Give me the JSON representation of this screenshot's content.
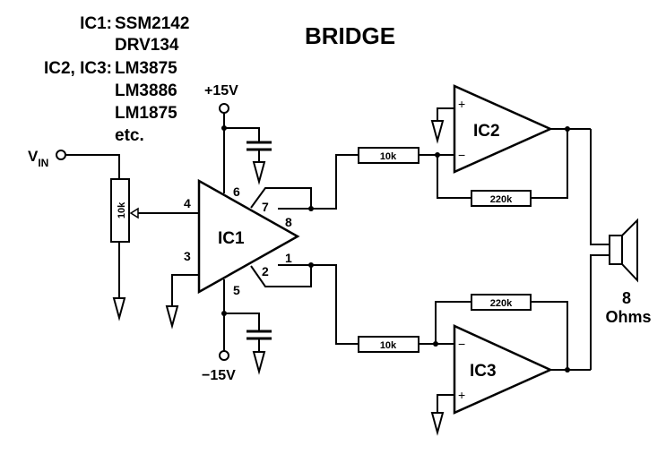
{
  "title": "BRIDGE",
  "parts_list": [
    {
      "label": "IC1:",
      "part": "SSM2142"
    },
    {
      "label": "",
      "part": "DRV134"
    },
    {
      "label": "IC2, IC3:",
      "part": "LM3875"
    },
    {
      "label": "",
      "part": "LM3886"
    },
    {
      "label": "",
      "part": "LM1875"
    },
    {
      "label": "",
      "part": "etc."
    }
  ],
  "input": {
    "label": "V",
    "subscript": "IN"
  },
  "supplies": {
    "positive": "+15V",
    "negative": "−15V"
  },
  "pot": {
    "value": "10k"
  },
  "ic1": {
    "name": "IC1",
    "pins": {
      "p2": "2",
      "p3": "3",
      "p4": "4",
      "p5": "5",
      "p6": "6",
      "p7": "7",
      "p8": "8",
      "p1": "1"
    }
  },
  "ic2": {
    "name": "IC2",
    "plus": "+",
    "minus": "−"
  },
  "ic3": {
    "name": "IC3",
    "plus": "+",
    "minus": "−"
  },
  "resistors": {
    "r_in_top": "10k",
    "r_fb_top": "220k",
    "r_in_bottom": "10k",
    "r_fb_bottom": "220k"
  },
  "speaker": {
    "impedance": "8",
    "unit": "Ohms"
  }
}
